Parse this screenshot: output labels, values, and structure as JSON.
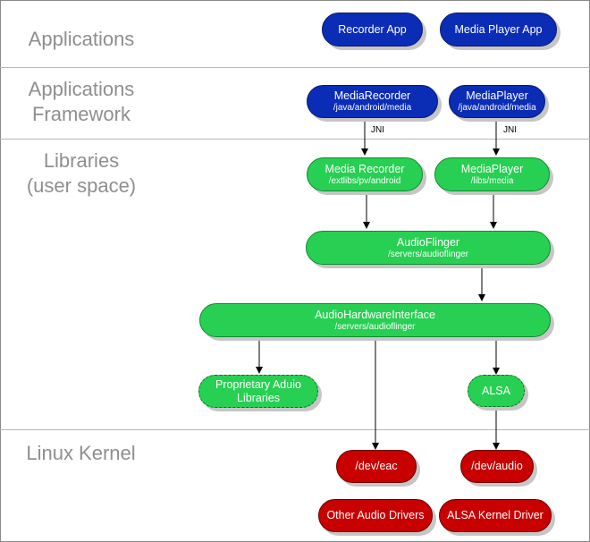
{
  "layers": {
    "applications": "Applications",
    "framework": [
      "Applications",
      "Framework"
    ],
    "libraries": [
      "Libraries",
      "(user space)"
    ],
    "kernel": "Linux Kernel"
  },
  "boxes": {
    "recorder_app": {
      "title": "Recorder App"
    },
    "media_player_app": {
      "title": "Media Player App"
    },
    "fw_mediarecorder": {
      "title": "MediaRecorder",
      "path": "/java/android/media"
    },
    "fw_mediaplayer": {
      "title": "MediaPlayer",
      "path": "/java/android/media"
    },
    "lib_media_recorder": {
      "title": "Media Recorder",
      "path": "/extlibs/pv/android"
    },
    "lib_mediaplayer": {
      "title": "MediaPlayer",
      "path": "/libs/media"
    },
    "audioflinger": {
      "title": "AudioFlinger",
      "path": "/servers/audioflinger"
    },
    "audio_hw_interface": {
      "title": "AudioHardwareInterface",
      "path": "/servers/audioflinger"
    },
    "proprietary_audio": {
      "title": "Proprietary Aduio",
      "subtitle": "Libraries"
    },
    "alsa": {
      "title": "ALSA"
    },
    "dev_eac": {
      "title": "/dev/eac"
    },
    "dev_audio": {
      "title": "/dev/audio"
    },
    "other_audio_drivers": {
      "title": "Other Audio Drivers"
    },
    "alsa_kernel_driver": {
      "title": "ALSA Kernel Driver"
    }
  },
  "jni_labels": [
    "JNI",
    "JNI"
  ],
  "colors": {
    "framework_blue": "#0b2db6",
    "library_green": "#27d052",
    "kernel_red": "#c80000",
    "layer_text": "#8f8f8f"
  }
}
